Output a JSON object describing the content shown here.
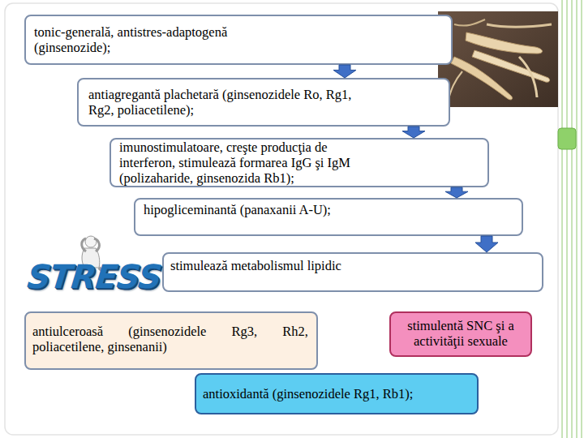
{
  "diagram": {
    "nodes": [
      {
        "text": [
          "tonic-generală, antistres-adaptogenă (ginsenozide);"
        ]
      },
      {
        "text": [
          "antiagregantă plachetară (ginsenozidele Ro, Rg1, Rg2, poliacetilene);"
        ]
      },
      {
        "text": [
          "imunostimulatoare, creşte producţia de interferon, stimulează formarea IgG şi IgM (polizaharide, ginsenozida Rb1);"
        ]
      },
      {
        "text": [
          "hipogliceminantă (panaxanii A-U);"
        ]
      },
      {
        "text": [
          "stimulează metabolismul lipidic"
        ]
      },
      {
        "text": [
          "antiulceroasă (ginsenozidele Rg3, Rh2, poliacetilene, ginsenanii)"
        ]
      },
      {
        "text": [
          "stimulentă SNC şi a activităţii sexuale"
        ]
      },
      {
        "text": [
          "antioxidantă (ginsenozidele Rg1, Rb1);"
        ]
      }
    ],
    "edges": [
      {
        "from": 0,
        "to": 1,
        "arrow": "to"
      },
      {
        "from": 1,
        "to": 2,
        "arrow": "to"
      },
      {
        "from": 2,
        "to": 3,
        "arrow": "to"
      },
      {
        "from": 3,
        "to": 4,
        "arrow": "to"
      }
    ],
    "labels": [
      "STRESS"
    ]
  }
}
